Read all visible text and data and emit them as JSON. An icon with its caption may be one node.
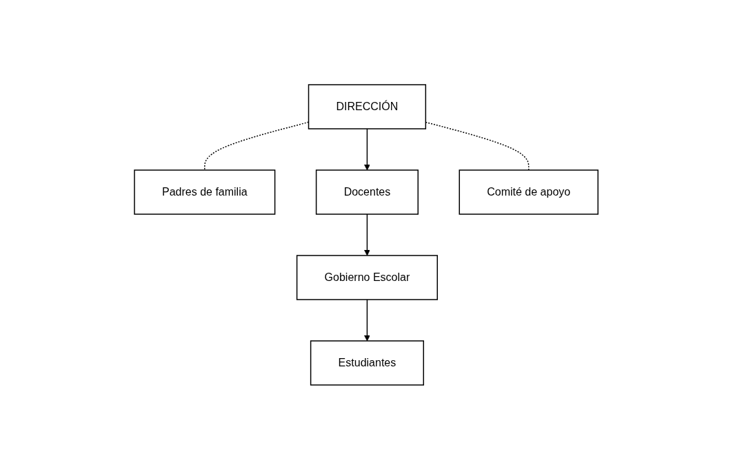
{
  "diagram": {
    "nodes": [
      {
        "text": [
          "DIRECCIÓN"
        ]
      },
      {
        "text": [
          "Padres de familia"
        ]
      },
      {
        "text": [
          "Docentes"
        ]
      },
      {
        "text": [
          "Comité de apoyo"
        ]
      },
      {
        "text": [
          "Gobierno Escolar"
        ]
      },
      {
        "text": [
          "Estudiantes"
        ]
      }
    ],
    "edges": [
      {
        "from": 0,
        "to": 1,
        "arrow": "none",
        "style": "dashed"
      },
      {
        "from": 0,
        "to": 2,
        "arrow": "to"
      },
      {
        "from": 0,
        "to": 3,
        "arrow": "none",
        "style": "dashed"
      },
      {
        "from": 2,
        "to": 4,
        "arrow": "to"
      },
      {
        "from": 4,
        "to": 5,
        "arrow": "to"
      }
    ]
  }
}
